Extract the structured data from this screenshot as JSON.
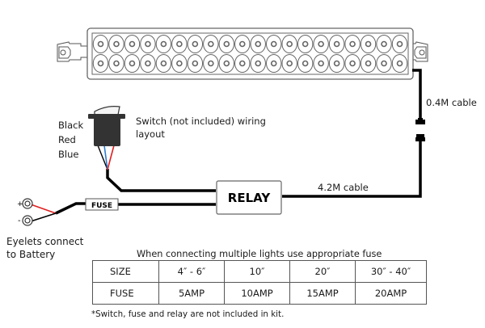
{
  "diagram": {
    "light_bar": {
      "led_rows": 2,
      "leds_per_row": 20
    },
    "labels": {
      "wire_colors": [
        "Black",
        "Red",
        "Blue"
      ],
      "switch_note_line1": "Switch (not included) wiring",
      "switch_note_line2": "layout",
      "cable_short": "0.4M cable",
      "cable_long": "4.2M cable",
      "relay": "RELAY",
      "fuse": "FUSE",
      "plus": "+",
      "minus": "-",
      "battery_line1": "Eyelets connect",
      "battery_line2": "to Battery"
    },
    "colors": {
      "wire": "#000000",
      "red_wire": "#e02020",
      "blue_wire": "#2f7fd0",
      "switch_body": "#333333",
      "outline": "#555555"
    }
  },
  "fuse_table": {
    "title": "When connecting multiple lights use appropriate fuse",
    "rows": [
      {
        "header": "SIZE",
        "cells": [
          "4″ - 6″",
          "10″",
          "20″",
          "30″ - 40″"
        ]
      },
      {
        "header": "FUSE",
        "cells": [
          "5AMP",
          "10AMP",
          "15AMP",
          "20AMP"
        ]
      }
    ]
  },
  "footnote": "*Switch, fuse and relay are not included in kit."
}
